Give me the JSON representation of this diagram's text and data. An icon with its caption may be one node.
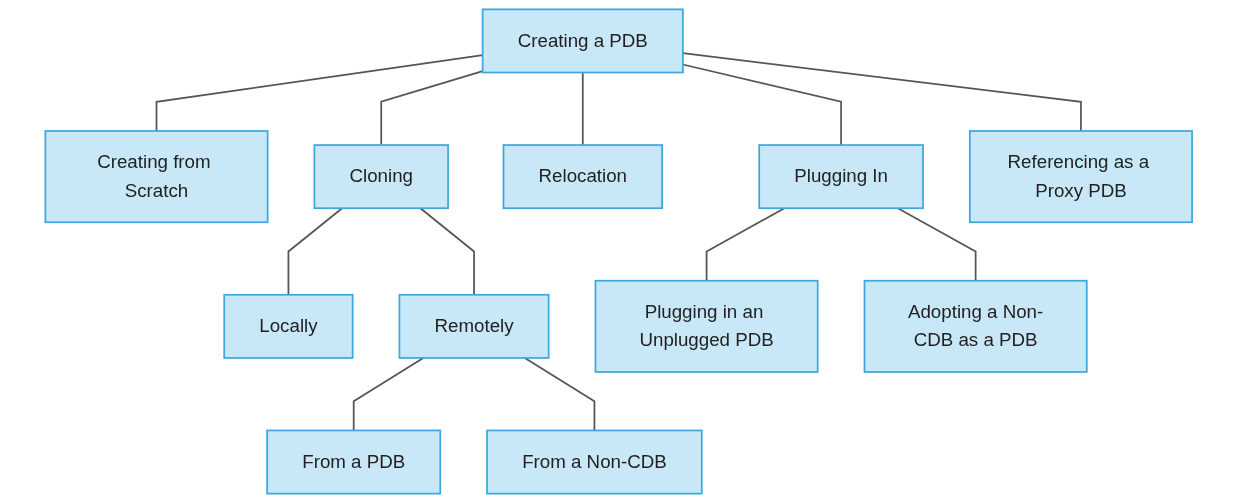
{
  "diagram": {
    "nodes": [
      {
        "text": [
          "Creating a PDB"
        ]
      },
      {
        "text": [
          "Creating from Scratch"
        ]
      },
      {
        "text": [
          "Cloning"
        ]
      },
      {
        "text": [
          "Relocation"
        ]
      },
      {
        "text": [
          "Plugging In"
        ]
      },
      {
        "text": [
          "Referencing as a Proxy PDB"
        ]
      },
      {
        "text": [
          "Locally"
        ]
      },
      {
        "text": [
          "Remotely"
        ]
      },
      {
        "text": [
          "Plugging in an Unplugged PDB"
        ]
      },
      {
        "text": [
          "Adopting a Non-CDB as a PDB"
        ]
      },
      {
        "text": [
          "From a PDB"
        ]
      },
      {
        "text": [
          "From a Non-CDB"
        ]
      }
    ],
    "edges": [
      {
        "from": 0,
        "to": 1,
        "arrow": "none"
      },
      {
        "from": 0,
        "to": 2,
        "arrow": "none"
      },
      {
        "from": 0,
        "to": 3,
        "arrow": "none"
      },
      {
        "from": 0,
        "to": 4,
        "arrow": "none"
      },
      {
        "from": 0,
        "to": 5,
        "arrow": "none"
      },
      {
        "from": 2,
        "to": 6,
        "arrow": "none"
      },
      {
        "from": 2,
        "to": 7,
        "arrow": "none"
      },
      {
        "from": 4,
        "to": 8,
        "arrow": "none"
      },
      {
        "from": 4,
        "to": 9,
        "arrow": "none"
      },
      {
        "from": 7,
        "to": 10,
        "arrow": "none"
      },
      {
        "from": 7,
        "to": 11,
        "arrow": "none"
      }
    ]
  }
}
